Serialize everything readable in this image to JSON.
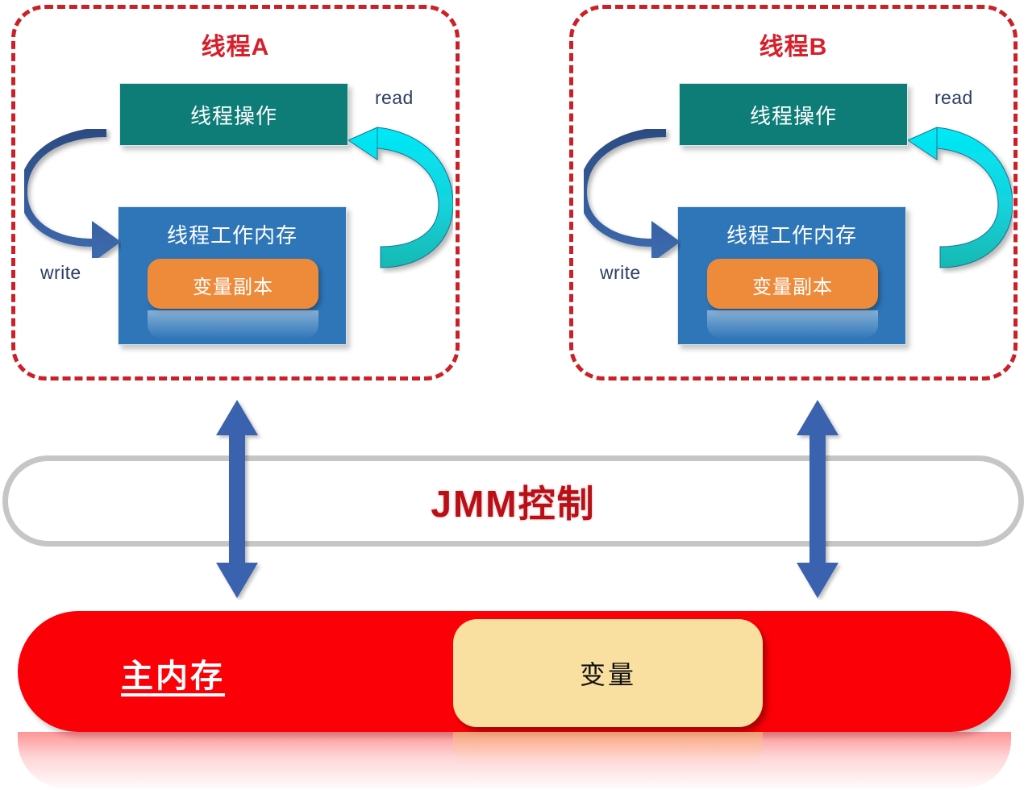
{
  "diagram": {
    "title_semantic": "Java Memory Model (JMM) diagram",
    "colors": {
      "thread_border": "#CB2026",
      "thread_title": "#D6202B",
      "operation_box": "#0E7C77",
      "working_memory_box": "#2E76B8",
      "variable_copy": "#EE8B3A",
      "jmm_border": "#C6C6C6",
      "jmm_text": "#B90F16",
      "main_memory": "#FB0007",
      "variable_box": "#FAE0A0",
      "write_arrow": "#2C4B82",
      "read_arrow": "#00E5F0",
      "vertical_arrow": "#3A62AE",
      "edge_label": "#2D3D63"
    }
  },
  "threads": [
    {
      "id": "a",
      "title": "线程A",
      "operation_label": "线程操作",
      "working_memory_label": "线程工作内存",
      "variable_copy_label": "变量副本",
      "write_label": "write",
      "read_label": "read"
    },
    {
      "id": "b",
      "title": "线程B",
      "operation_label": "线程操作",
      "working_memory_label": "线程工作内存",
      "variable_copy_label": "变量副本",
      "write_label": "write",
      "read_label": "read"
    }
  ],
  "jmm": {
    "label": "JMM控制"
  },
  "main_memory": {
    "label": "主内存",
    "variable_label": "变量"
  }
}
